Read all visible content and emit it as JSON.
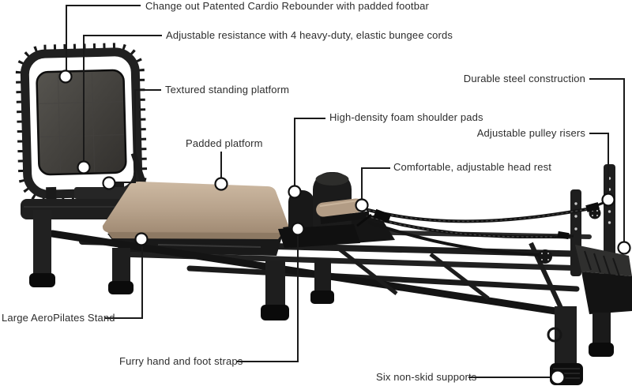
{
  "page": {
    "background": "#ffffff"
  },
  "style": {
    "label_color": "#2d2d2d",
    "leader_line_color": "#1a1a1a",
    "marker_fill": "#ffffff",
    "marker_stroke": "#111111",
    "machine_black": "#1c1c1c",
    "pad_tan": "#b7a28b",
    "mesh_gray": "#454340"
  },
  "annotations": [
    {
      "id": "cardio-rebounder",
      "text": "Change out Patented Cardio Rebounder with padded footbar"
    },
    {
      "id": "bungee-cords",
      "text": "Adjustable resistance with 4 heavy-duty, elastic bungee cords"
    },
    {
      "id": "standing-platform",
      "text": "Textured standing platform"
    },
    {
      "id": "padded-platform",
      "text": "Padded platform"
    },
    {
      "id": "shoulder-pads",
      "text": "High-density foam shoulder pads"
    },
    {
      "id": "head-rest",
      "text": "Comfortable, adjustable head rest"
    },
    {
      "id": "steel-construction",
      "text": "Durable steel construction"
    },
    {
      "id": "pulley-risers",
      "text": "Adjustable pulley risers"
    },
    {
      "id": "aeropilates-stand",
      "text": "Large AeroPilates Stand"
    },
    {
      "id": "hand-foot-straps",
      "text": "Furry hand and foot straps"
    },
    {
      "id": "non-skid-supports",
      "text": "Six non-skid supports"
    }
  ]
}
